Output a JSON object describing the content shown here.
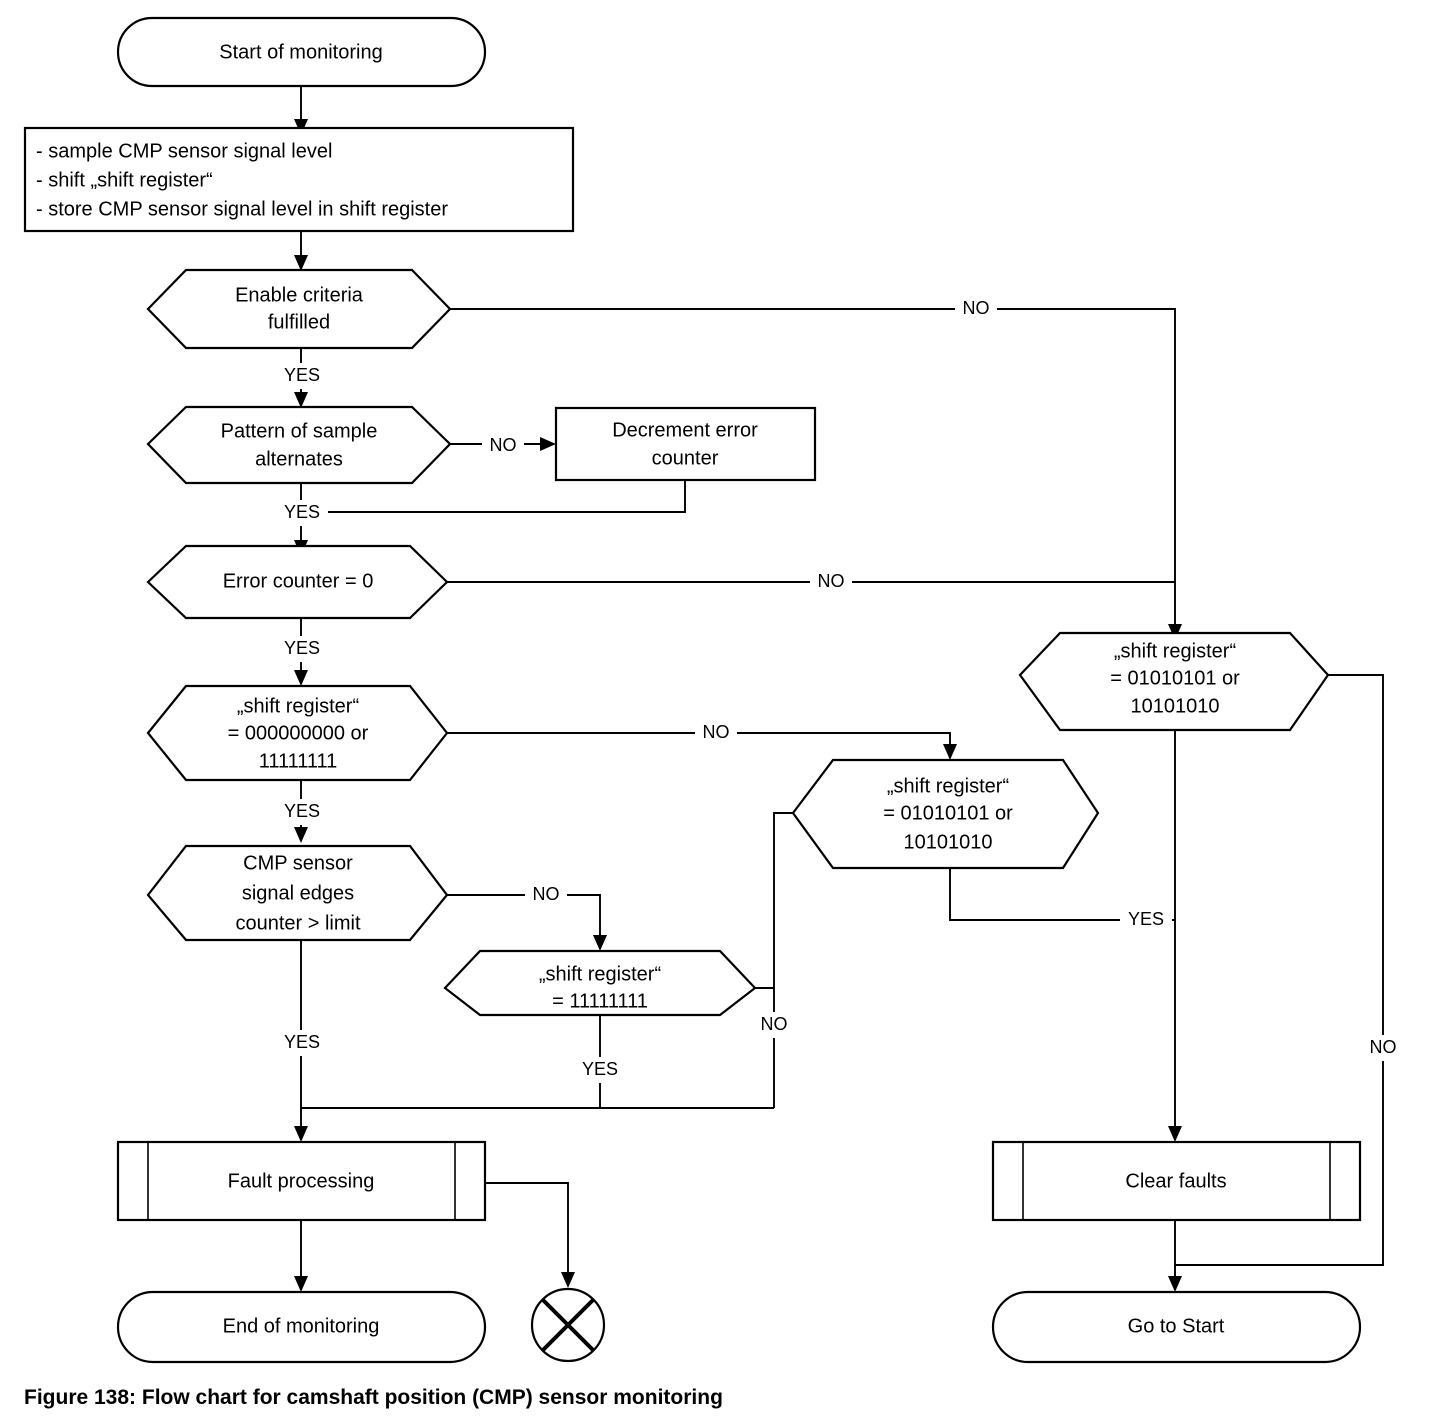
{
  "figure": {
    "caption": "Figure 138: Flow chart for camshaft position (CMP) sensor monitoring",
    "background_color": "#ffffff",
    "line_color": "#000000"
  },
  "nodes": {
    "start": {
      "type": "terminator",
      "label": "Start of monitoring"
    },
    "sample_process": {
      "type": "process",
      "lines": [
        "- sample CMP sensor signal level",
        "- shift „shift register“",
        "- store CMP sensor signal level in shift register"
      ]
    },
    "enable_criteria": {
      "type": "decision",
      "lines": [
        "Enable criteria",
        "fulfilled"
      ]
    },
    "pattern_alternates": {
      "type": "decision",
      "lines": [
        "Pattern of sample",
        "alternates"
      ]
    },
    "decrement_error": {
      "type": "process",
      "lines": [
        "Decrement error",
        "counter"
      ]
    },
    "error_counter_zero": {
      "type": "decision",
      "lines": [
        "Error counter = 0"
      ]
    },
    "shift_reg_zeros_ones": {
      "type": "decision",
      "lines": [
        "„shift register“",
        "= 000000000 or",
        "11111111"
      ]
    },
    "cmp_edges_limit": {
      "type": "decision",
      "lines": [
        "CMP sensor",
        "signal edges",
        "counter > limit"
      ]
    },
    "shift_reg_all_ones": {
      "type": "decision",
      "lines": [
        "„shift register“",
        "= 11111111"
      ]
    },
    "shift_reg_alt_mid": {
      "type": "decision",
      "lines": [
        "„shift register“",
        "= 01010101 or",
        "10101010"
      ]
    },
    "shift_reg_alt_right": {
      "type": "decision",
      "lines": [
        "„shift register“",
        "= 01010101 or",
        "10101010"
      ]
    },
    "fault_processing": {
      "type": "predefined-process",
      "label": "Fault processing"
    },
    "clear_faults": {
      "type": "predefined-process",
      "label": "Clear faults"
    },
    "end_monitoring": {
      "type": "terminator",
      "label": "End of monitoring"
    },
    "go_to_start": {
      "type": "terminator",
      "label": "Go to Start"
    },
    "crossed_circle": {
      "type": "connector-crossed-circle",
      "label": ""
    }
  },
  "edge_labels": {
    "enable_no": "NO",
    "enable_yes": "YES",
    "pattern_no": "NO",
    "pattern_yes": "YES",
    "error_no": "NO",
    "error_yes": "YES",
    "shiftreg_zeros_no": "NO",
    "shiftreg_zeros_yes": "YES",
    "cmp_edges_no": "NO",
    "cmp_edges_yes": "YES",
    "all_ones_yes": "YES",
    "all_ones_no": "NO",
    "alt_mid_yes": "YES",
    "alt_right_no": "NO"
  }
}
